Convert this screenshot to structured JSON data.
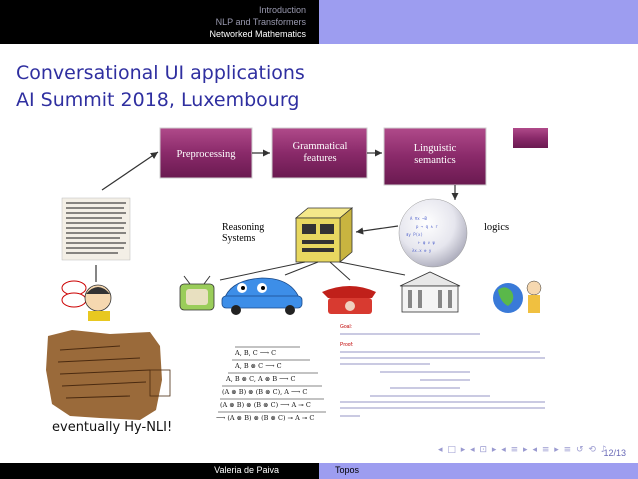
{
  "header": {
    "sections": [
      "Introduction",
      "NLP and Transformers",
      "Networked Mathematics"
    ],
    "active_section": "Networked Mathematics"
  },
  "frame": {
    "title_line1": "Conversational UI applications",
    "title_line2": "AI Summit 2018, Luxembourg"
  },
  "diagram": {
    "box_preprocessing": "Preprocessing",
    "box_grammatical_1": "Grammatical",
    "box_grammatical_2": "features",
    "box_linguistic_1": "Linguistic",
    "box_linguistic_2": "semantics",
    "reasoning_1": "Reasoning",
    "reasoning_2": "Systems",
    "logics": "logics",
    "box_color": "#8a2a6a"
  },
  "caption": "eventually Hy-NLI!",
  "footer": {
    "author": "Valeria de Paiva",
    "title": "Topos"
  },
  "page": "12/13",
  "colors": {
    "header_left": "#000000",
    "header_right": "#9d9df0",
    "title": "#2f2fa0"
  }
}
